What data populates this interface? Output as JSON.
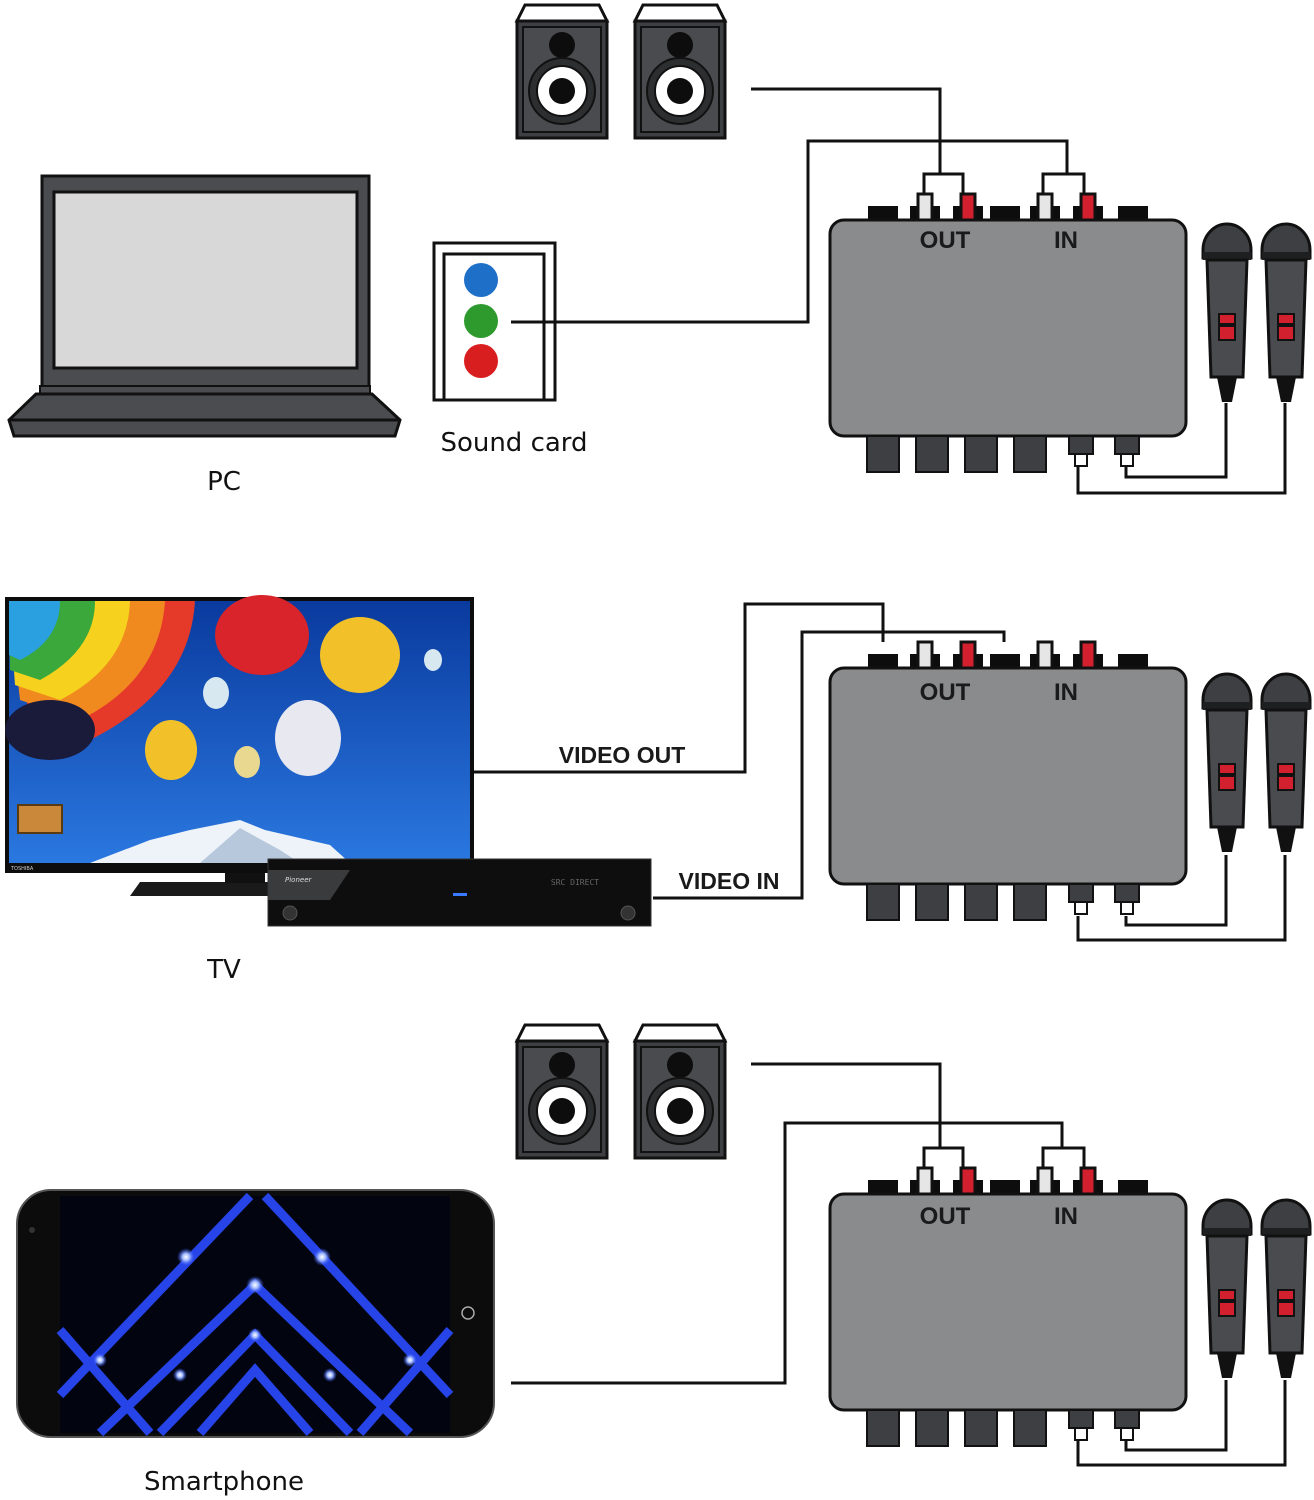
{
  "title": "Karaoke mixer connection diagram",
  "colors": {
    "mixer_body": "#8a8b8d",
    "device_dark": "#4a4c4f",
    "jack_white": "#e6e6e6",
    "jack_red": "#d2202e",
    "laptop_screen": "#d8d8d8",
    "soundcard_blue": "#1e6fc7",
    "soundcard_green": "#2e9a2e",
    "soundcard_red": "#d81e1e",
    "tv_sky": "#1350b8",
    "phone_glow": "#2a4cff"
  },
  "sections": [
    {
      "id": "pc",
      "source_label": "PC",
      "extra_label": "Sound card",
      "mixer": {
        "out_label": "OUT",
        "in_label": "IN"
      },
      "has_speakers": true
    },
    {
      "id": "tv",
      "source_label": "TV",
      "video_out_label": "VIDEO  OUT",
      "video_in_label": "VIDEO IN",
      "player_brand": "Pioneer",
      "player_display": "SRC DIRECT",
      "tv_brand": "TOSHIBA",
      "mixer": {
        "out_label": "OUT",
        "in_label": "IN"
      },
      "has_speakers": false
    },
    {
      "id": "smartphone",
      "source_label": "Smartphone",
      "mixer": {
        "out_label": "OUT",
        "in_label": "IN"
      },
      "has_speakers": true
    }
  ]
}
